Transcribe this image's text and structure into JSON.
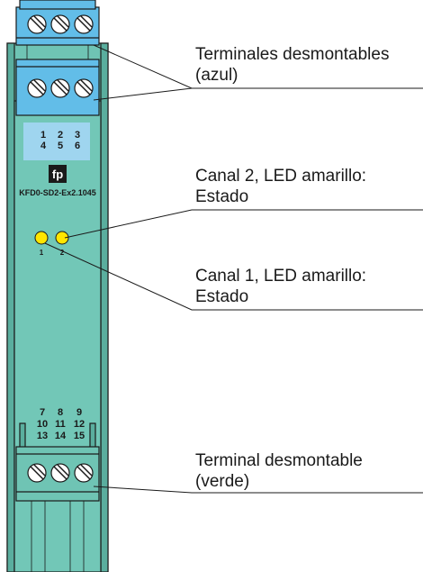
{
  "device": {
    "model": "KFD0-SD2-Ex2.1045",
    "logo_glyph": "fp",
    "top_terminal_numbers": [
      [
        "1",
        "2",
        "3"
      ],
      [
        "4",
        "5",
        "6"
      ]
    ],
    "bottom_terminal_numbers": [
      [
        "7",
        "8",
        "9"
      ],
      [
        "10",
        "11",
        "12"
      ],
      [
        "13",
        "14",
        "15"
      ]
    ],
    "led_labels": [
      "1",
      "2"
    ],
    "colors": {
      "housing": "#6fc4b4",
      "housing_dark": "#5aae9e",
      "terminal_blue": "#62bde8",
      "label_panel": "#9fd5ef",
      "led_yellow": "#ffe600",
      "outline": "#1a1a1a"
    }
  },
  "callouts": {
    "removable_terminals": {
      "line1": "Terminales desmontables",
      "line2": "(azul)"
    },
    "channel2_led": {
      "line1": "Canal 2, LED amarillo:",
      "line2": "Estado"
    },
    "channel1_led": {
      "line1": "Canal 1, LED amarillo:",
      "line2": "Estado"
    },
    "terminal_green": {
      "line1": "Terminal desmontable",
      "line2": "(verde)"
    }
  }
}
